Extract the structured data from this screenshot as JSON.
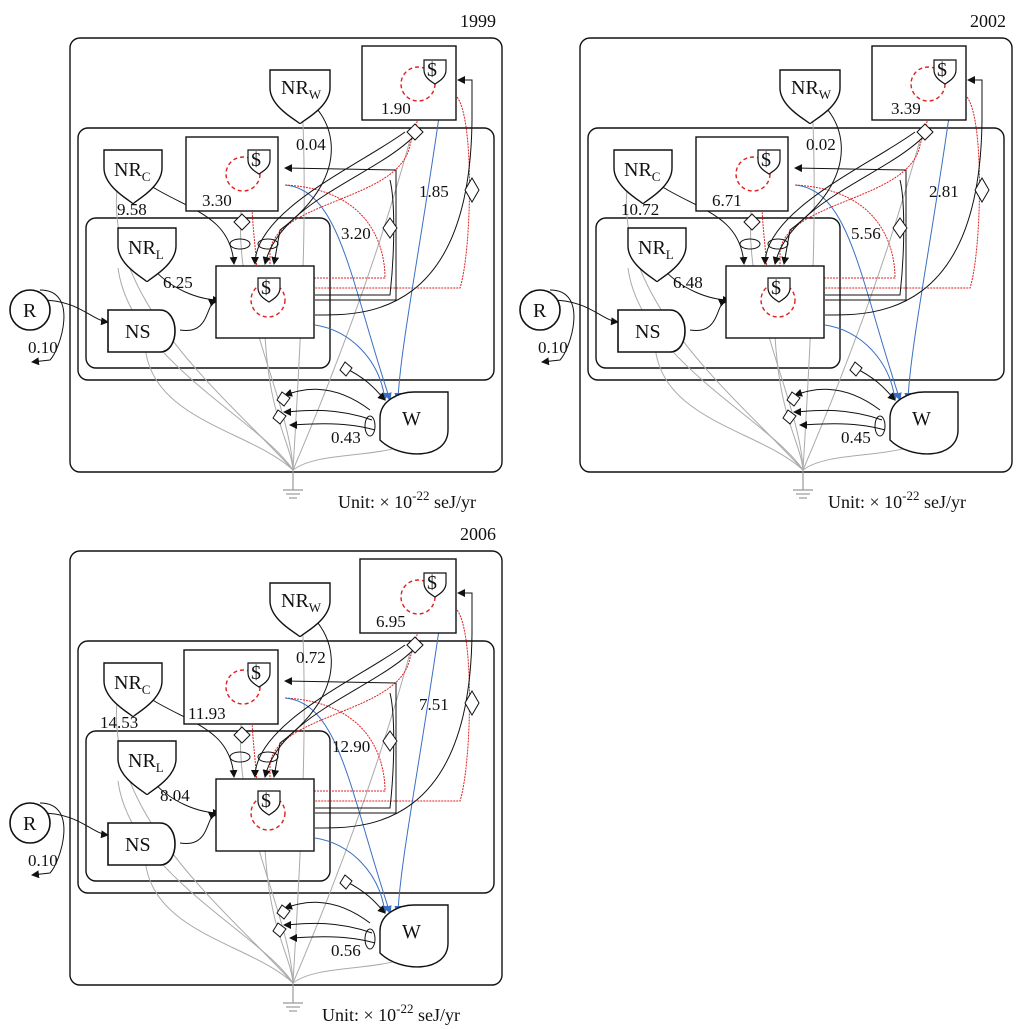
{
  "panels": [
    {
      "year": "1999",
      "values": {
        "r_out": "0.10",
        "nr_c": "9.58",
        "nr_l": "6.25",
        "nr_w": "0.04",
        "city_box": "3.30",
        "region_box": "1.90",
        "flow_mid": "3.20",
        "flow_right": "1.85",
        "w_loop": "0.43"
      },
      "unit": {
        "prefix": "Unit:  × 10",
        "exp": "-22",
        "suffix": " seJ/yr"
      }
    },
    {
      "year": "2002",
      "values": {
        "r_out": "0.10",
        "nr_c": "10.72",
        "nr_l": "6.48",
        "nr_w": "0.02",
        "city_box": "6.71",
        "region_box": "3.39",
        "flow_mid": "5.56",
        "flow_right": "2.81",
        "w_loop": "0.45"
      },
      "unit": {
        "prefix": "Unit:  × 10",
        "exp": "-22",
        "suffix": " seJ/yr"
      }
    },
    {
      "year": "2006",
      "values": {
        "r_out": "0.10",
        "nr_c": "14.53",
        "nr_l": "8.04",
        "nr_w": "0.72",
        "city_box": "11.93",
        "region_box": "6.95",
        "flow_mid": "12.90",
        "flow_right": "7.51",
        "w_loop": "0.56"
      },
      "unit": {
        "prefix": "Unit:  × 10",
        "exp": "-22",
        "suffix": " seJ/yr"
      }
    }
  ],
  "labels": {
    "r": "R",
    "ns": "NS",
    "w": "W",
    "nr": "NR",
    "sub_w": "W",
    "sub_c": "C",
    "sub_l": "L",
    "dollar": "$"
  },
  "colors": {
    "money": "#e02020",
    "waste": "#3a6fc4",
    "energy": "#111111",
    "heat": "#aaaaaa"
  }
}
